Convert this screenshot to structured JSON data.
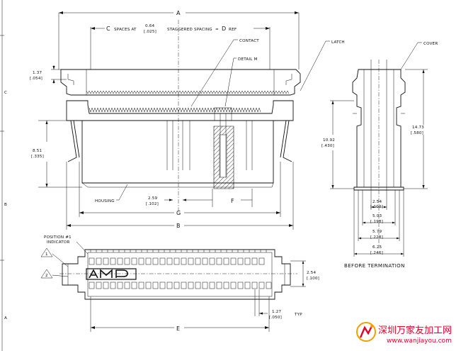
{
  "border": {
    "zone_c": "C",
    "zone_b": "B",
    "zone_a": "A"
  },
  "front_view": {
    "dim_a": "A",
    "spacing_note": {
      "c": "C",
      "spaces_at": "SPACES AT",
      "pitch_mm": "0.64",
      "pitch_in": "[.025]",
      "staggered": "STAGGERED SPACING",
      "eq": "=",
      "d": "D",
      "ref": "REF"
    },
    "contact": "CONTACT",
    "detail_m": "DETAIL M",
    "latch": "LATCH",
    "dim_137_mm": "1.37",
    "dim_137_in": "[.054]",
    "dim_851_mm": "8.51",
    "dim_851_in": "[.335]",
    "housing": "HOUSING",
    "dim_259_mm": "2.59",
    "dim_259_in": "[.102]",
    "dim_f": "F",
    "dim_g": "G",
    "dim_b": "B"
  },
  "side_view": {
    "cover": "COVER",
    "dim_1092_mm": "10.92",
    "dim_1092_in": "[.430]",
    "dim_1473_mm": "14.73",
    "dim_1473_in": "[.580]",
    "dim_254_mm": "2.54",
    "dim_254_in": "[.100]",
    "dim_503_mm": "5.03",
    "dim_503_in": "[.198]",
    "dim_579_mm": "5.79",
    "dim_579_in": "[.228]",
    "dim_625_mm": "6.25",
    "dim_625_in": "[.246]",
    "caption": "BEFORE TERMINATION"
  },
  "top_view": {
    "position_1": "POSITION #1",
    "indicator": "INDICATOR",
    "note_1": "1",
    "note_2": "2",
    "dim_254_mm": "2.54",
    "dim_254_in": "[.100]",
    "dim_127_mm": "1.27",
    "dim_127_in": "[.050]",
    "typ": "TYP",
    "dim_e": "E"
  },
  "watermark": {
    "name": "深圳万家友加工网",
    "url": "www.wanjiayou.com"
  }
}
